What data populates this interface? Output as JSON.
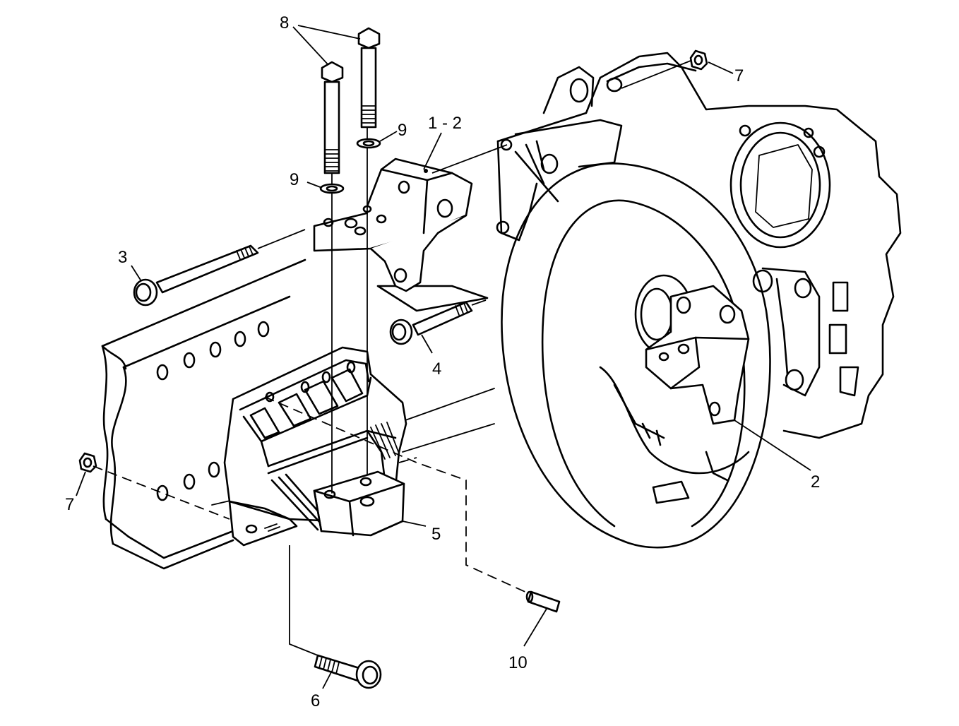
{
  "callouts": {
    "c1": "1 - 2",
    "c2": "2",
    "c3": "3",
    "c4": "4",
    "c5": "5",
    "c6": "6",
    "c7a": "7",
    "c7b": "7",
    "c8": "8",
    "c9a": "9",
    "c9b": "9",
    "c10": "10"
  }
}
